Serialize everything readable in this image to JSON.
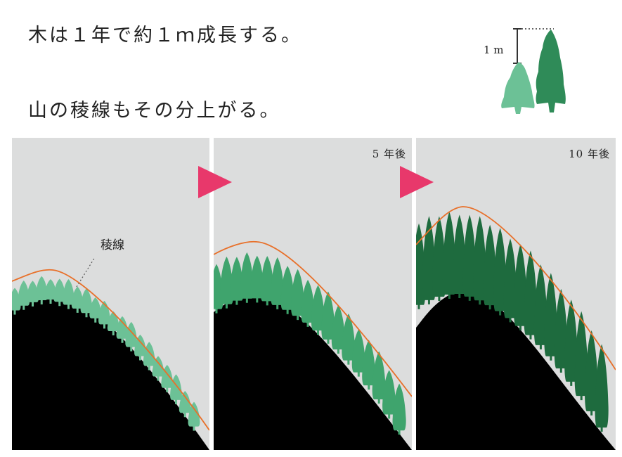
{
  "headline": {
    "line1": "木は１年で約１ｍ成長する。",
    "line2": "山の稜線もその分上がる。"
  },
  "legend": {
    "scale_label": "1 m"
  },
  "panels": [
    {
      "label": "",
      "callout": "稜線"
    },
    {
      "label": "5 年後"
    },
    {
      "label": "10 年後"
    }
  ],
  "colors": {
    "background": "#ffffff",
    "panel_bg": "#dcdddd",
    "mountain": "#000000",
    "ridgeline": "#e8702a",
    "arrow": "#e8386b",
    "tree_year0": "#6cc196",
    "tree_year5": "#3fa46d",
    "tree_year10": "#1e6b3e"
  },
  "icons": [
    "play-arrow-icon",
    "tree-icon"
  ]
}
